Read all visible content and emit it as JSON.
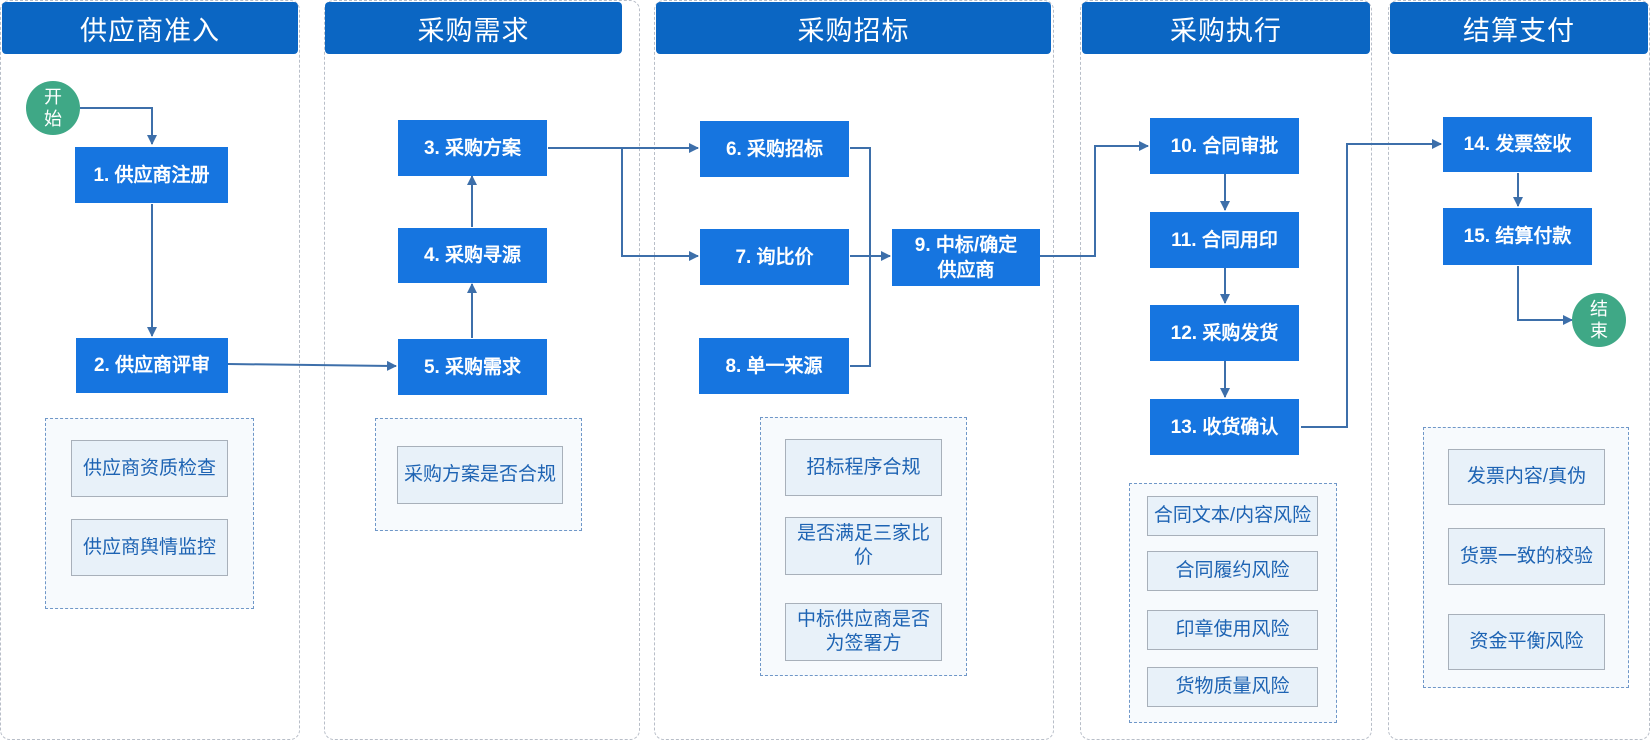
{
  "lanes": [
    {
      "title": "供应商准入"
    },
    {
      "title": "采购需求"
    },
    {
      "title": "采购招标"
    },
    {
      "title": "采购执行"
    },
    {
      "title": "结算支付"
    }
  ],
  "terminals": {
    "start": "开\n始",
    "end": "结\n束"
  },
  "steps": {
    "s1": "1. 供应商注册",
    "s2": "2. 供应商评审",
    "s3": "3. 采购方案",
    "s4": "4. 采购寻源",
    "s5": "5. 采购需求",
    "s6": "6. 采购招标",
    "s7": "7. 询比价",
    "s8": "8. 单一来源",
    "s9": "9. 中标/确定\n供应商",
    "s10": "10. 合同审批",
    "s11": "11. 合同用印",
    "s12": "12. 采购发货",
    "s13": "13. 收货确认",
    "s14": "14. 发票签收",
    "s15": "15. 结算付款"
  },
  "risks": {
    "lane1": [
      "供应商资质检查",
      "供应商舆情监控"
    ],
    "lane2": [
      "采购方案是否合规"
    ],
    "lane3": [
      "招标程序合规",
      "是否满足三家比\n价",
      "中标供应商是否\n为签署方"
    ],
    "lane4": [
      "合同文本/内容风险",
      "合同履约风险",
      "印章使用风险",
      "货物质量风险"
    ],
    "lane5": [
      "发票内容/真伪",
      "货票一致的校验",
      "资金平衡风险"
    ]
  },
  "colors": {
    "header": "#0b66c3",
    "node": "#1675e0",
    "terminal": "#3fa886",
    "connector": "#3d6faa",
    "risk_text": "#1d63b3"
  }
}
